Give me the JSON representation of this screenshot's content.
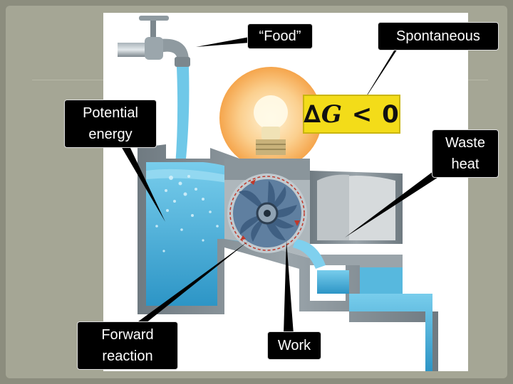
{
  "callouts": {
    "food": "“Food”",
    "spontaneous": "Spontaneous",
    "potential_energy": "Potential energy",
    "waste_heat": "Waste heat",
    "forward_reaction": "Forward reaction",
    "work": "Work"
  },
  "equation": {
    "delta": "∆",
    "symbol": "G",
    "relation": "<",
    "value": "0"
  },
  "colors": {
    "water": "#4fb5dd",
    "water_dark": "#2a8fc0",
    "tank": "#7f8a91",
    "bulb_glow": "#f7b25a",
    "equation_bg": "#f3dc19",
    "rotation_arrows": "#c0392b"
  },
  "icons": [
    "faucet-icon",
    "light-bulb-icon",
    "water-wheel-icon"
  ]
}
